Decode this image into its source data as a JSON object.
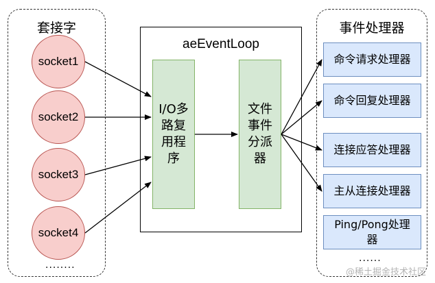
{
  "sockets_group": {
    "title": "套接字",
    "items": [
      {
        "label": "socket1"
      },
      {
        "label": "socket2"
      },
      {
        "label": "socket3"
      },
      {
        "label": "socket4"
      }
    ],
    "ellipsis": "........"
  },
  "event_loop": {
    "title": "aeEventLoop",
    "io_multiplexer": {
      "lines": [
        "I/O多",
        "路复",
        "用程",
        "序"
      ]
    },
    "dispatcher": {
      "lines": [
        "文件",
        "事件",
        "分派",
        "器"
      ]
    }
  },
  "handlers_group": {
    "title": "事件处理器",
    "items": [
      {
        "lines": [
          "命令请求处理器"
        ]
      },
      {
        "lines": [
          "命令回复处理器"
        ]
      },
      {
        "lines": [
          "连接应答处理器"
        ]
      },
      {
        "lines": [
          "主从连接处理器"
        ]
      },
      {
        "lines": [
          "Ping/Pong处理",
          "器"
        ]
      }
    ],
    "ellipsis": "......"
  },
  "watermark": "@稀土掘金技术社区",
  "colors": {
    "socket_fill": "#f8cecc",
    "socket_stroke": "#b85450",
    "green_fill": "#d5e8d4",
    "green_stroke": "#82b366",
    "blue_fill": "#dae8fc",
    "blue_stroke": "#6c8ebf"
  }
}
